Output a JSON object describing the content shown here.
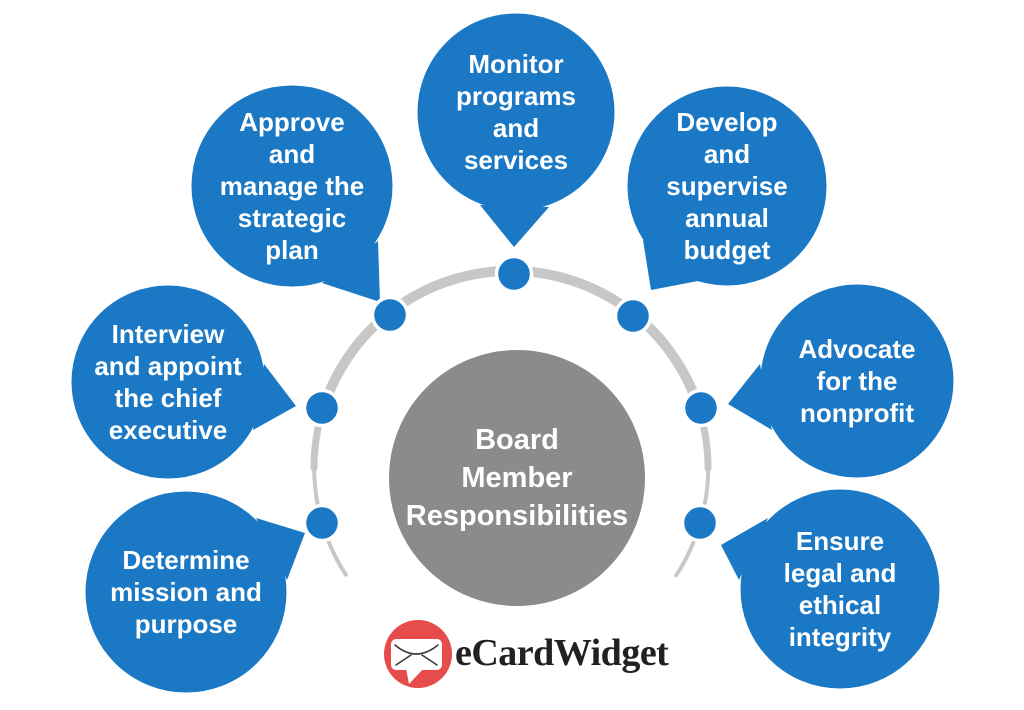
{
  "diagram": {
    "center": {
      "label": "Board\nMember\nResponsibilities"
    },
    "bubbles": [
      {
        "id": "approve-strategic-plan",
        "label": "Approve\nand\nmanage the\nstrategic\nplan"
      },
      {
        "id": "monitor-programs-services",
        "label": "Monitor\nprograms\nand\nservices"
      },
      {
        "id": "develop-annual-budget",
        "label": "Develop\nand\nsupervise\nannual\nbudget"
      },
      {
        "id": "interview-chief-executive",
        "label": "Interview\nand appoint\nthe chief\nexecutive"
      },
      {
        "id": "advocate-nonprofit",
        "label": "Advocate\nfor the\nnonprofit"
      },
      {
        "id": "determine-mission-purpose",
        "label": "Determine\nmission and\npurpose"
      },
      {
        "id": "ensure-ethical-integrity",
        "label": "Ensure\nlegal and\nethical\nintegrity"
      }
    ]
  },
  "logo": {
    "brand": "eCardWidget",
    "icon": "envelope-speech-bubble-icon"
  },
  "colors": {
    "bubble_blue": "#1a78c4",
    "center_gray": "#8b8b8b",
    "arc_gray": "#c7c7c7",
    "logo_red": "#e64c4c",
    "logo_text": "#232021",
    "label_text": "#ffffff"
  }
}
